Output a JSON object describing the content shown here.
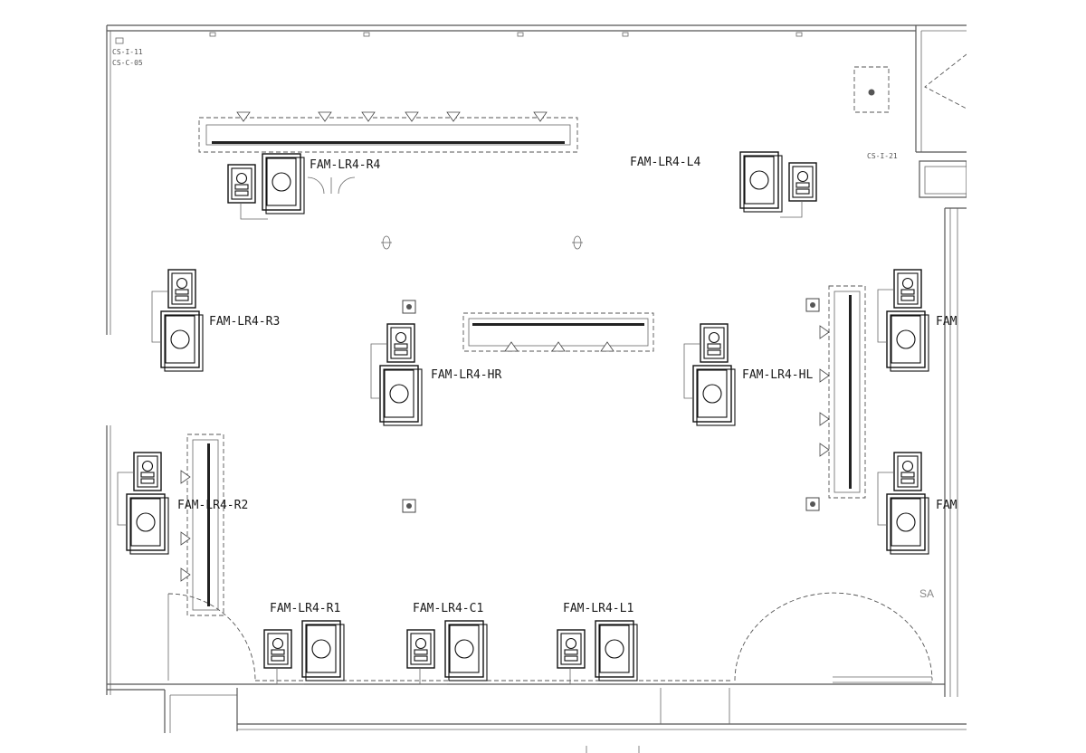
{
  "corner_tags": {
    "line1": "CS-I-11",
    "line2": "CS-C-05",
    "right": "CS-I-21"
  },
  "area_mark": "SA",
  "stations": [
    {
      "id": "r4",
      "label": "FAM-LR4-R4"
    },
    {
      "id": "l4",
      "label": "FAM-LR4-L4"
    },
    {
      "id": "r3",
      "label": "FAM-LR4-R3"
    },
    {
      "id": "hr",
      "label": "FAM-LR4-HR"
    },
    {
      "id": "hl",
      "label": "FAM-LR4-HL"
    },
    {
      "id": "e1",
      "label": "FAM"
    },
    {
      "id": "r2",
      "label": "FAM-LR4-R2"
    },
    {
      "id": "e2",
      "label": "FAM"
    },
    {
      "id": "r1",
      "label": "FAM-LR4-R1"
    },
    {
      "id": "c1",
      "label": "FAM-LR4-C1"
    },
    {
      "id": "l1",
      "label": "FAM-LR4-L1"
    }
  ]
}
